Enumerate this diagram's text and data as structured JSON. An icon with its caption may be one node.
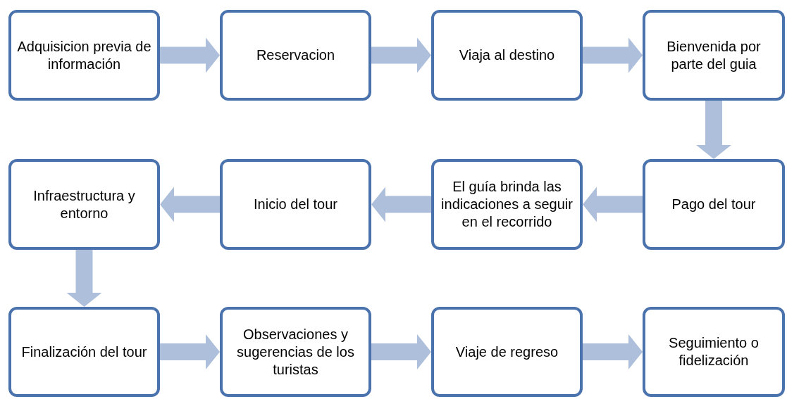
{
  "diagram": {
    "nodes": [
      {
        "text": [
          "Adquisicion previa de información"
        ]
      },
      {
        "text": [
          "Reservacion"
        ]
      },
      {
        "text": [
          "Viaja al destino"
        ]
      },
      {
        "text": [
          "Bienvenida por parte del guia"
        ]
      },
      {
        "text": [
          "Infraestructura y entorno"
        ]
      },
      {
        "text": [
          "Inicio del tour"
        ]
      },
      {
        "text": [
          "El guía brinda las indicaciones a seguir en el recorrido"
        ]
      },
      {
        "text": [
          "Pago del tour"
        ]
      },
      {
        "text": [
          "Finalización del tour"
        ]
      },
      {
        "text": [
          "Observaciones y sugerencias de los turistas"
        ]
      },
      {
        "text": [
          "Viaje de regreso"
        ]
      },
      {
        "text": [
          "Seguimiento o fidelización"
        ]
      }
    ],
    "edges": [
      {
        "from": 0,
        "to": 1,
        "arrow": "to"
      },
      {
        "from": 1,
        "to": 2,
        "arrow": "to"
      },
      {
        "from": 2,
        "to": 3,
        "arrow": "to"
      },
      {
        "from": 3,
        "to": 7,
        "arrow": "to"
      },
      {
        "from": 7,
        "to": 6,
        "arrow": "to"
      },
      {
        "from": 6,
        "to": 5,
        "arrow": "to"
      },
      {
        "from": 5,
        "to": 4,
        "arrow": "to"
      },
      {
        "from": 4,
        "to": 8,
        "arrow": "to"
      },
      {
        "from": 8,
        "to": 9,
        "arrow": "to"
      },
      {
        "from": 9,
        "to": 10,
        "arrow": "to"
      },
      {
        "from": 10,
        "to": 11,
        "arrow": "to"
      }
    ]
  }
}
